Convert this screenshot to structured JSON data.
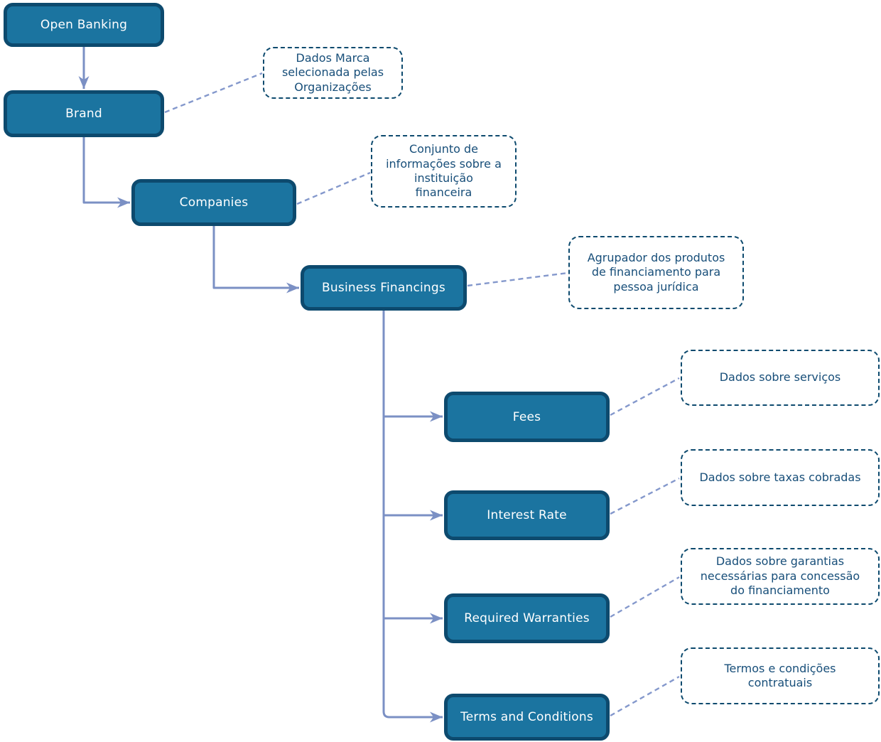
{
  "diagram": {
    "type": "flowchart",
    "colors": {
      "node_fill": "#1B74A0",
      "node_border": "#0D4A6E",
      "node_text": "#FFFFFF",
      "edge": "#7B90C4",
      "edge_dashed": "#8498CC",
      "note_border": "#0D4A6E",
      "note_text": "#174E79",
      "background": "#FFFFFF"
    },
    "nodes": [
      {
        "id": "open-banking",
        "label": "Open Banking"
      },
      {
        "id": "brand",
        "label": "Brand"
      },
      {
        "id": "companies",
        "label": "Companies"
      },
      {
        "id": "business-financings",
        "label": "Business Financings"
      },
      {
        "id": "fees",
        "label": "Fees"
      },
      {
        "id": "interest-rate",
        "label": "Interest Rate"
      },
      {
        "id": "required-warranties",
        "label": "Required Warranties"
      },
      {
        "id": "terms-and-conditions",
        "label": "Terms and Conditions"
      }
    ],
    "notes": [
      {
        "for": "brand",
        "text": "Dados Marca\nselecionada pelas\nOrganizações"
      },
      {
        "for": "companies",
        "text": "Conjunto de\ninformações sobre a\ninstituição\nfinanceira"
      },
      {
        "for": "business-financings",
        "text": "Agrupador dos produtos\nde financiamento para\npessoa jurídica"
      },
      {
        "for": "fees",
        "text": "Dados sobre serviços"
      },
      {
        "for": "interest-rate",
        "text": "Dados sobre taxas cobradas"
      },
      {
        "for": "required-warranties",
        "text": "Dados sobre garantias\nnecessárias para concessão\ndo financiamento"
      },
      {
        "for": "terms-and-conditions",
        "text": "Termos e condições\ncontratuais"
      }
    ],
    "edges": [
      {
        "from": "open-banking",
        "to": "brand"
      },
      {
        "from": "brand",
        "to": "companies"
      },
      {
        "from": "companies",
        "to": "business-financings"
      },
      {
        "from": "business-financings",
        "to": "fees"
      },
      {
        "from": "business-financings",
        "to": "interest-rate"
      },
      {
        "from": "business-financings",
        "to": "required-warranties"
      },
      {
        "from": "business-financings",
        "to": "terms-and-conditions"
      }
    ]
  }
}
